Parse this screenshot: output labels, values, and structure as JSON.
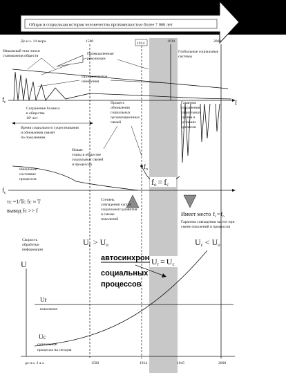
{
  "banner": {
    "text": "Общая и социальная история человечества протяженностью более 7 000 лет"
  },
  "timeline_top": {
    "start": "До н.э. 14 мора",
    "y1500": "1500",
    "y1914": "1914",
    "y1939": "1939",
    "y2000": "2000"
  },
  "labels": {
    "early_1": "Начальный этап эпохи",
    "early_2": "становления обществ",
    "industrial_1": "Промышленные",
    "industrial_2": "революции",
    "selforg_1": "Глобальные социальные",
    "selforg_2": "системы",
    "progress_1": "Прогрессивные",
    "progress_2": "изменения",
    "balance_1": "Сохранение баланса",
    "balance_2": "в обществе",
    "balance_3": "10³ лет",
    "time_1": "Время социального существования",
    "time_2": "и обновления связей",
    "time_3": "по поколениям",
    "renewal_1": "Процесс",
    "renewal_2": "обновления",
    "renewal_3": "социальных",
    "renewal_4": "организационных",
    "renewal_5": "связей",
    "new_1": "Новые",
    "new_2": "этапы в обществе",
    "new_3": "социальных связей",
    "new_4": "и процессов",
    "initial_1": "Начальное",
    "initial_2": "состояние",
    "initial_3": "процессов",
    "guarantee_1": "Гарантия",
    "guarantee_2": "сохранения",
    "guarantee_3": "социальных",
    "guarantee_4": "систем в",
    "guarantee_5": "условиях",
    "guarantee_6": "кризисов",
    "degree_1": "Степень",
    "degree_2": "совпадения частот",
    "degree_3": "социального развития",
    "degree_4": "и смены",
    "degree_5": "поколений",
    "takes_place": "Имеет место",
    "coincide_1": "Гарантия совпадения частот при",
    "coincide_2": "смене поколений и процессов",
    "speed_1": "Скорость",
    "speed_2": "обработки",
    "speed_3": "информации",
    "ur_note": "поколения",
    "uc_note_1": "социальные",
    "uc_note_2": "процессы на сегодня"
  },
  "emphasis": {
    "line_1": "автосинхронизация",
    "line_2": "социальных",
    "line_3": "процессов"
  },
  "symbols": {
    "f": "f",
    "c": "c",
    "o": "o",
    "U": "U",
    "Ur": "Ur",
    "Uc": "Uc",
    "eq": "=",
    "gt": ">",
    "lt": "<",
    "tau_formula": "τc =1/Tc fc ≈ T",
    "conclusion": "вывод fc >> f"
  },
  "timeline_bottom": {
    "start": "до н.э. 2 а.э.",
    "y1500": "1500",
    "y1914": "1914",
    "y1945": "1945",
    "y2000": "2000"
  },
  "colors": {
    "band": "#c8c8c8",
    "marker": "#8a8a8a"
  }
}
